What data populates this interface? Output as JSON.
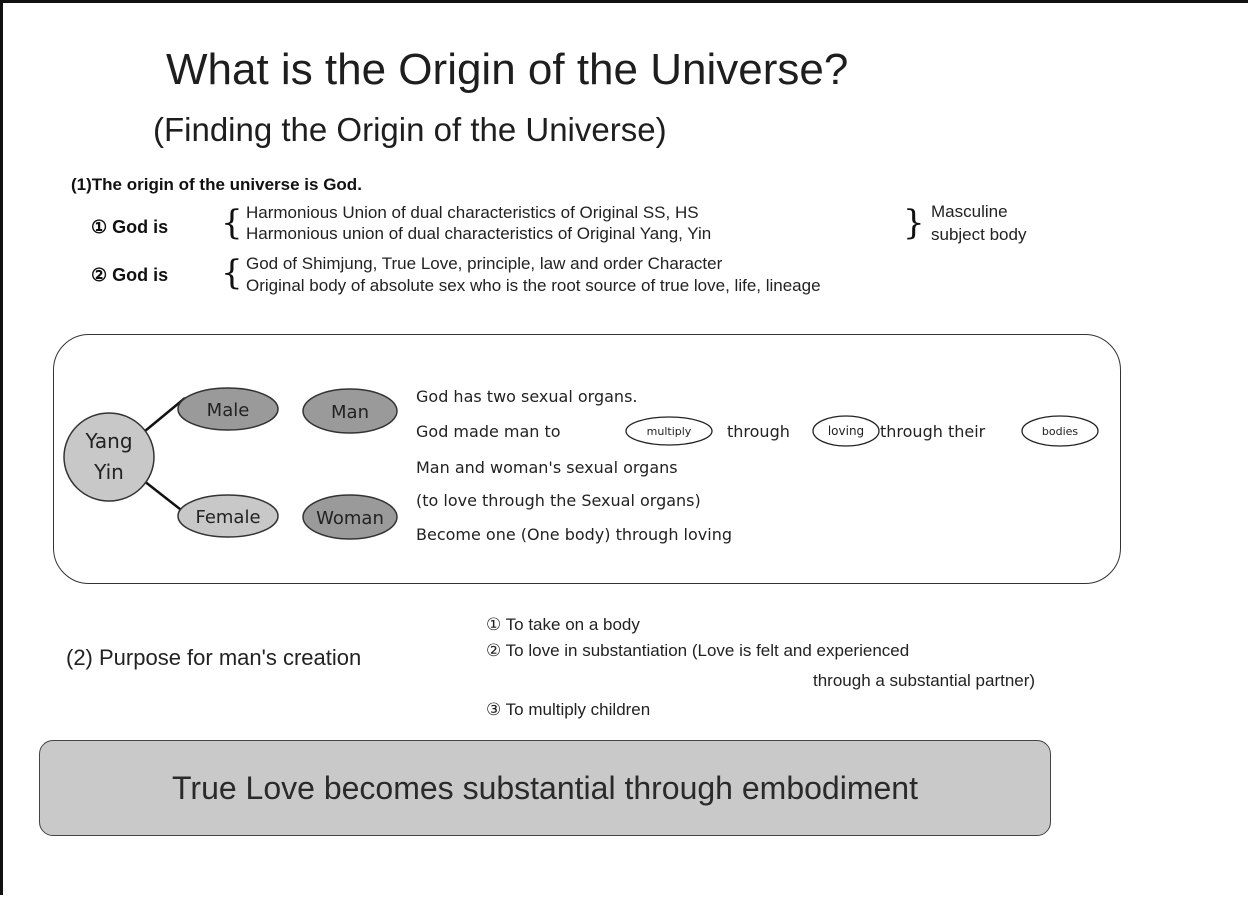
{
  "slide": {
    "title": "What is the Origin of the Universe?",
    "subtitle": "(Finding the Origin of the Universe)",
    "section1": {
      "heading": "(1)The origin of the universe is God.",
      "item1": {
        "label": "① God is",
        "lines": [
          "Harmonious Union of dual characteristics of Original SS, HS",
          "Harmonious union of dual characteristics of Original Yang, Yin"
        ],
        "bracket_note": [
          "Masculine",
          "subject body"
        ]
      },
      "item2": {
        "label": "② God is",
        "lines": [
          "God of Shimjung, True Love, principle, law and order Character",
          "Original body of absolute sex who is the root source of true love, life, lineage"
        ]
      }
    },
    "diagram": {
      "root_top": "Yang",
      "root_bottom": "Yin",
      "male": "Male",
      "female": "Female",
      "man": "Man",
      "woman": "Woman",
      "line1": "God has two sexual organs.",
      "line2_a": "God made man to",
      "word_multiply": "multiply",
      "line2_b": "through",
      "word_loving": "loving",
      "line2_c": "through their",
      "word_bodies": "bodies",
      "line3": "Man and woman's sexual organs",
      "line4": "(to love through the Sexual organs)",
      "line5": "Become one (One body) through loving"
    },
    "section2": {
      "heading": "(2) Purpose for man's creation",
      "p1": "① To take on a body",
      "p2a": "② To love in substantiation (Love is felt and experienced",
      "p2b": "through a substantial partner)",
      "p3": "③ To multiply children"
    },
    "banner": "True Love becomes substantial through embodiment",
    "colors": {
      "node_dark": "#9a9a9a",
      "node_light": "#c8c8c8",
      "banner_bg": "#c9c9c9"
    }
  }
}
